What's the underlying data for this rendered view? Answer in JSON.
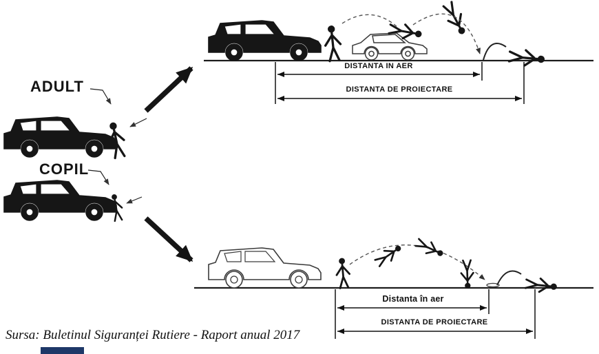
{
  "diagram": {
    "scenarios": [
      {
        "id": "adult",
        "label": "ADULT",
        "air_distance_label": "DISTANTA IN AER",
        "projection_distance_label": "DISTANTA DE PROIECTARE"
      },
      {
        "id": "copil",
        "label": "COPIL",
        "air_distance_label": "Distanta în aer",
        "projection_distance_label": "DISTANTA DE PROIECTARE"
      }
    ],
    "source_caption": "Sursa: Buletinul Siguranței Rutiere - Raport anual 2017"
  },
  "icons": {
    "adult_truck": "pickup-truck-silhouette",
    "copil_truck": "pickup-truck-silhouette",
    "impact_truck_top": "pickup-truck-silhouette",
    "impact_truck_bottom": "pickup-truck-outline",
    "pedestrian": "stick-person"
  },
  "colors": {
    "ink": "#161616",
    "outline": "#3a3a3a",
    "accent_bar": "#1e3868"
  }
}
